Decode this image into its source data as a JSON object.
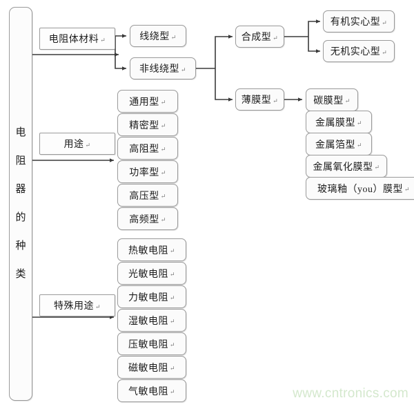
{
  "diagram": {
    "title_vertical": [
      "电",
      "阻",
      "器",
      "的",
      "种",
      "类"
    ],
    "root_label": "电阻器的种类",
    "pilcrow": "↵",
    "watermark": "www.cntronics.com",
    "colors": {
      "box_border": "#9a9a9a",
      "box_fill": "#fbfbfb",
      "line": "#3a3a3a",
      "text": "#1c1c1c",
      "watermark": "#d4e8cd"
    }
  },
  "categories": [
    {
      "id": "material",
      "label": "电阻体材料"
    },
    {
      "id": "usage",
      "label": "用途"
    },
    {
      "id": "special",
      "label": "特殊用途"
    }
  ],
  "material_branch": [
    {
      "id": "wirewound",
      "label": "线绕型"
    },
    {
      "id": "non-wirewound",
      "label": "非线绕型"
    }
  ],
  "non_wirewound_branch": [
    {
      "id": "synthetic",
      "label": "合成型"
    },
    {
      "id": "film",
      "label": "薄膜型"
    }
  ],
  "synthetic_branch": [
    {
      "id": "organic-solid",
      "label": "有机实心型"
    },
    {
      "id": "inorganic-solid",
      "label": "无机实心型"
    }
  ],
  "film_branch": [
    {
      "id": "carbon-film",
      "label": "碳膜型"
    },
    {
      "id": "metal-film",
      "label": "金属膜型"
    },
    {
      "id": "metal-foil",
      "label": "金属箔型"
    },
    {
      "id": "metal-oxide-film",
      "label": "金属氧化膜型"
    },
    {
      "id": "glass-glaze-film",
      "label": "玻璃釉（you）膜型"
    }
  ],
  "usage_branch": [
    {
      "id": "general",
      "label": "通用型"
    },
    {
      "id": "precision",
      "label": "精密型"
    },
    {
      "id": "high-resistance",
      "label": "高阻型"
    },
    {
      "id": "power",
      "label": "功率型"
    },
    {
      "id": "high-voltage",
      "label": "高压型"
    },
    {
      "id": "high-frequency",
      "label": "高频型"
    }
  ],
  "special_branch": [
    {
      "id": "thermistor",
      "label": "热敏电阻"
    },
    {
      "id": "photoresistor",
      "label": "光敏电阻"
    },
    {
      "id": "force-sensitive",
      "label": "力敏电阻"
    },
    {
      "id": "humidity-sensitive",
      "label": "湿敏电阻"
    },
    {
      "id": "varistor",
      "label": "压敏电阻"
    },
    {
      "id": "magneto-sensitive",
      "label": "磁敏电阻"
    },
    {
      "id": "gas-sensitive",
      "label": "气敏电阻"
    }
  ]
}
